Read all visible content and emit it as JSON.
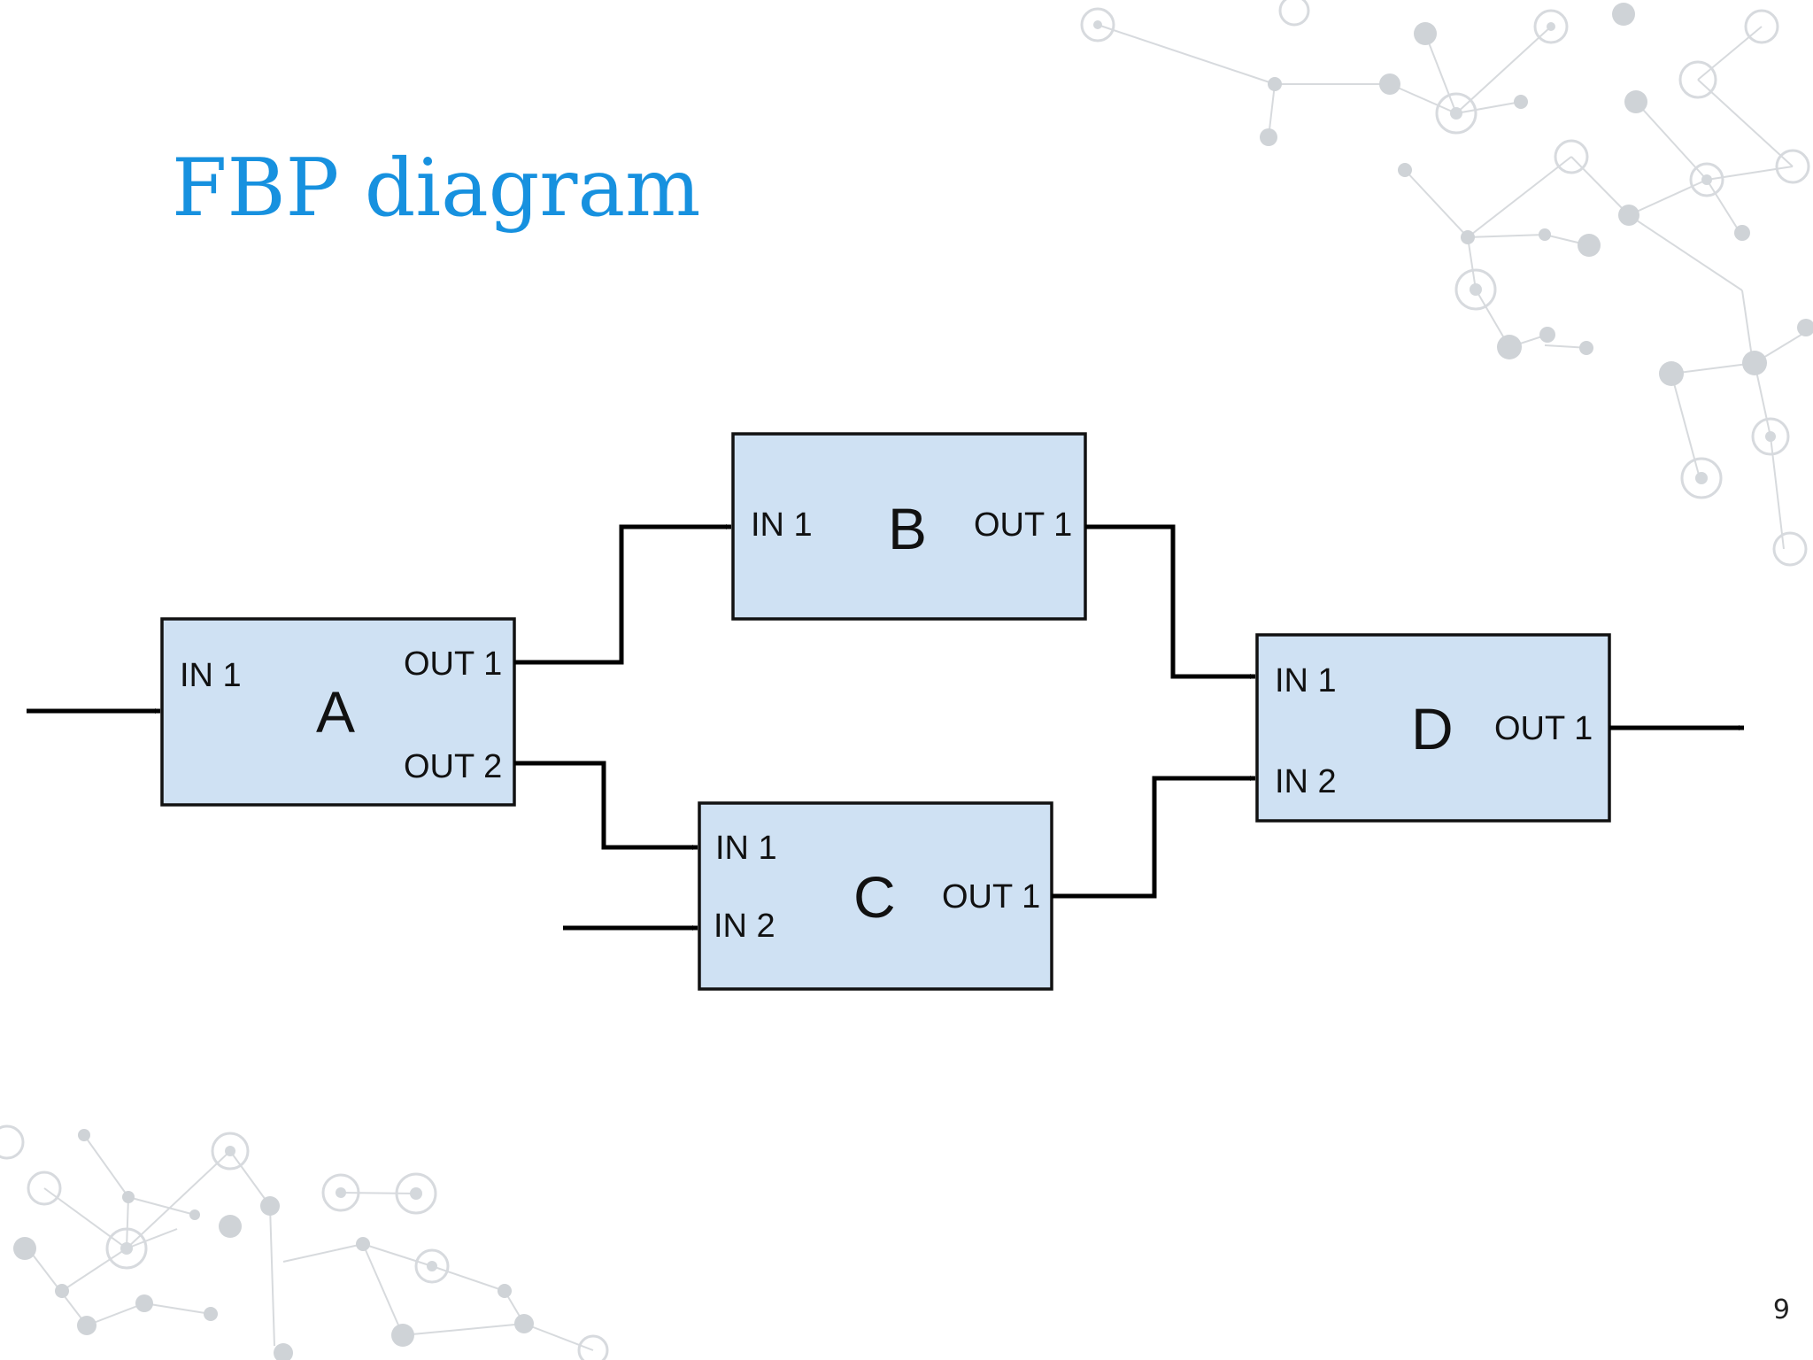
{
  "slide": {
    "title": "FBP diagram",
    "page_number": "9"
  },
  "diagram": {
    "nodes": [
      {
        "id": "A",
        "name": "A",
        "inputs": [
          "IN 1"
        ],
        "outputs": [
          "OUT 1",
          "OUT 2"
        ]
      },
      {
        "id": "B",
        "name": "B",
        "inputs": [
          "IN 1"
        ],
        "outputs": [
          "OUT 1"
        ]
      },
      {
        "id": "C",
        "name": "C",
        "inputs": [
          "IN 1",
          "IN 2"
        ],
        "outputs": [
          "OUT 1"
        ]
      },
      {
        "id": "D",
        "name": "D",
        "inputs": [
          "IN 1",
          "IN 2"
        ],
        "outputs": [
          "OUT 1"
        ]
      }
    ],
    "connections": [
      {
        "from": "external",
        "to": "A.IN 1"
      },
      {
        "from": "A.OUT 1",
        "to": "B.IN 1"
      },
      {
        "from": "A.OUT 2",
        "to": "C.IN 1"
      },
      {
        "from": "external",
        "to": "C.IN 2"
      },
      {
        "from": "B.OUT 1",
        "to": "D.IN 1"
      },
      {
        "from": "C.OUT 1",
        "to": "D.IN 2"
      },
      {
        "from": "D.OUT 1",
        "to": "external"
      }
    ]
  },
  "colors": {
    "title": "#1791df",
    "node_fill": "#cfe1f3",
    "node_stroke": "#111111",
    "decoration": "#c9cdd2"
  }
}
